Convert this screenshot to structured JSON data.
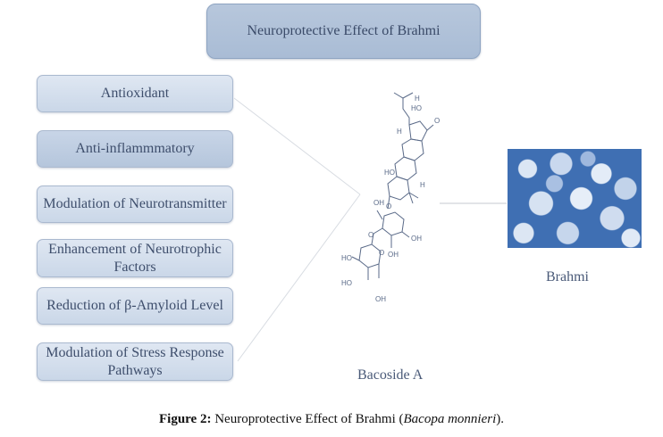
{
  "title": "Neuroprotective Effect of Brahmi",
  "effects": [
    {
      "label": "Antioxidant"
    },
    {
      "label": "Anti-inflammmatory"
    },
    {
      "label": "Modulation of Neurotransmitter"
    },
    {
      "label": "Enhancement of Neurotrophic Factors"
    },
    {
      "label": "Reduction of β-Amyloid Level"
    },
    {
      "label": "Modulation of Stress Response Pathways"
    }
  ],
  "molecule": {
    "name": "Bacoside A",
    "atom_labels": [
      "H",
      "HO",
      "H",
      "O",
      "H",
      "HO",
      "H",
      "OH",
      "O",
      "O",
      "O",
      "OH",
      "OH",
      "HO",
      "O",
      "HO",
      "OH"
    ]
  },
  "plant": {
    "name": "Brahmi",
    "image_description": "Brahmi leaves (blue-tinted photo)"
  },
  "caption": {
    "prefix": "Figure 2:",
    "text": " Neuroprotective Effect of Brahmi (",
    "italic": "Bacopa monnieri",
    "suffix": ")."
  },
  "colors": {
    "box_fill": "#cad7e8",
    "title_fill": "#b0c2d9",
    "text": "#3e4e6c",
    "plant_blue": "#3f6fb3"
  }
}
